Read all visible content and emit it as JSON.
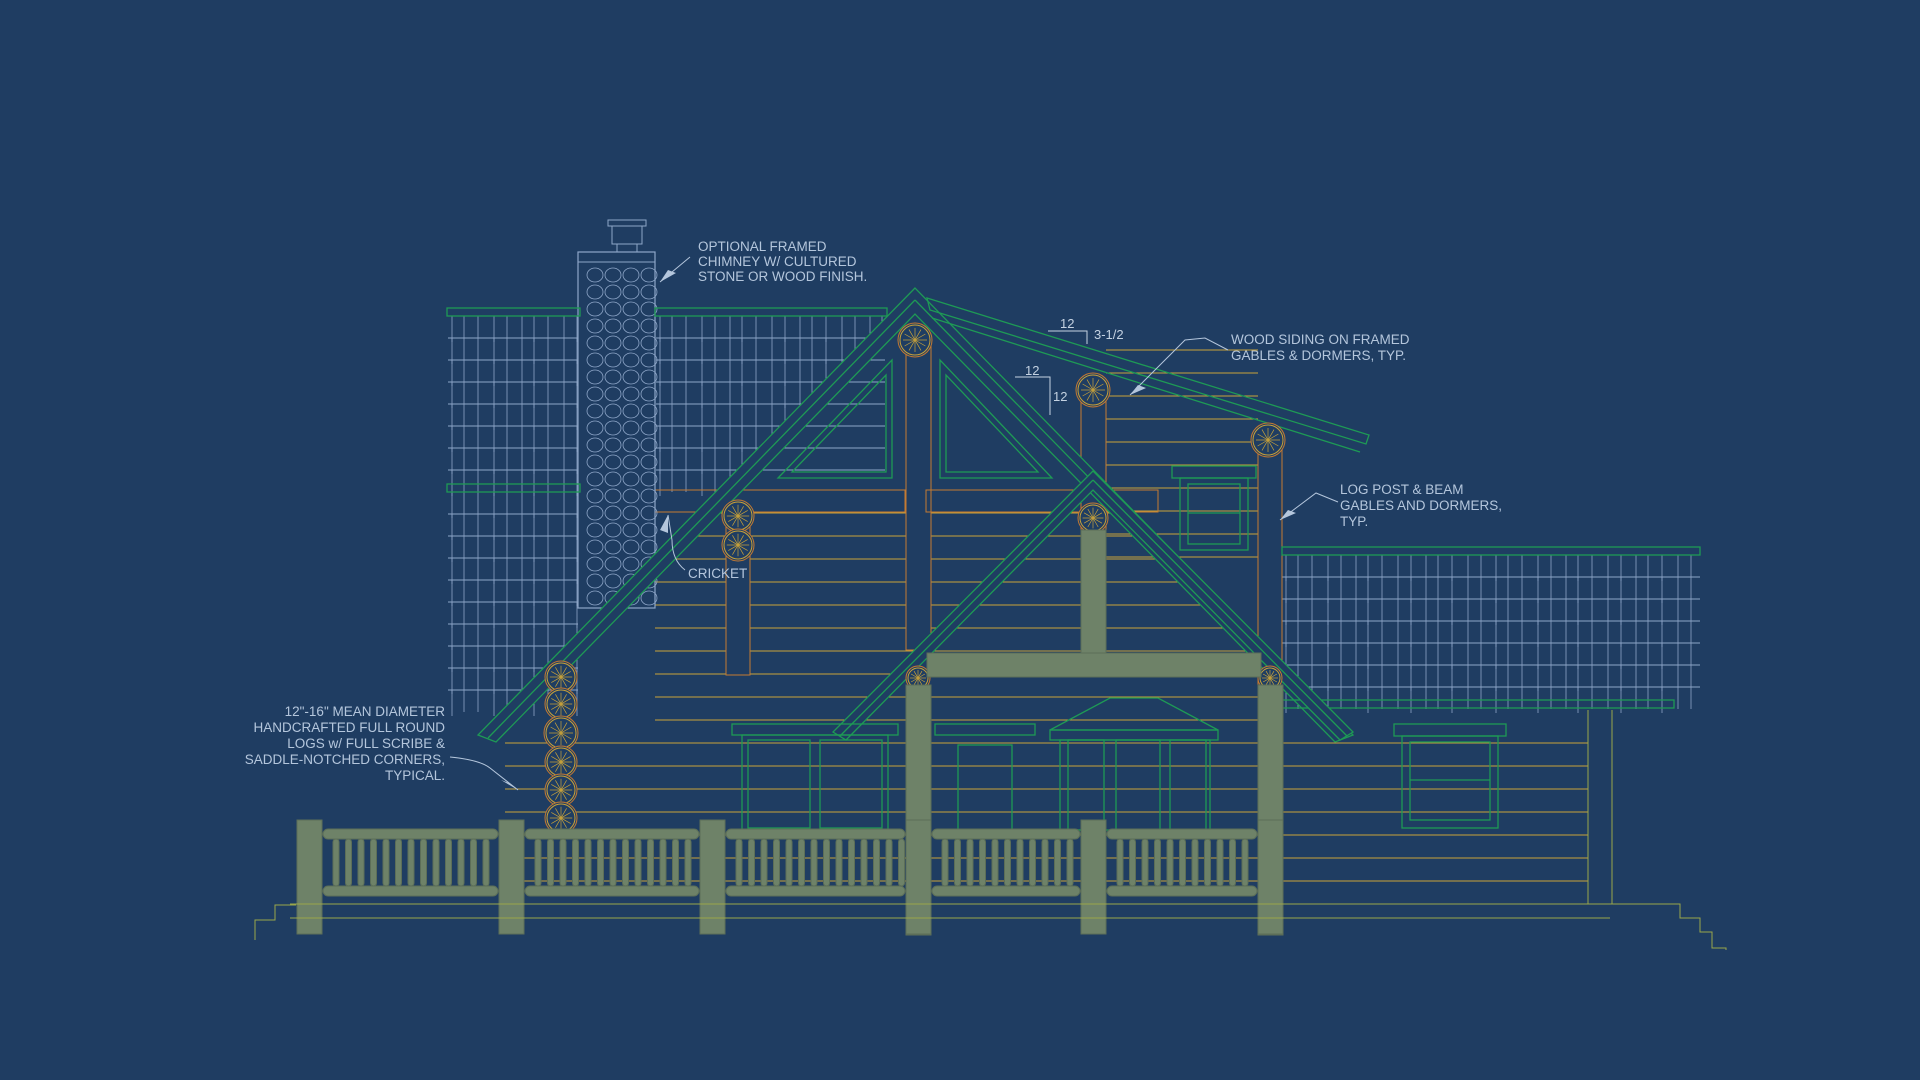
{
  "drawing": {
    "annotations": {
      "chimney": [
        "OPTIONAL FRAMED",
        "CHIMNEY W/ CULTURED",
        "STONE OR WOOD FINISH."
      ],
      "cricket": "CRICKET",
      "wood_siding": [
        "WOOD SIDING ON FRAMED",
        "GABLES & DORMERS, TYP."
      ],
      "log_post": [
        "LOG POST & BEAM",
        "GABLES AND DORMERS,",
        "TYP."
      ],
      "logs": [
        "12\"-16\" MEAN DIAMETER",
        "HANDCRAFTED FULL ROUND",
        "LOGS w/ FULL SCRIBE &",
        "SADDLE-NOTCHED CORNERS,",
        "TYPICAL."
      ]
    },
    "pitch_marks": {
      "upper_run": "12",
      "upper_rise": "3-1/2",
      "lower_run": "12",
      "lower_rise": "12"
    },
    "colors": {
      "background": "#1f3d62",
      "roof_line": "#1e9a55",
      "log_line": "#c8a23a",
      "log_outline": "#c47a32",
      "shingle": "#8ea6c8",
      "post_fill": "#6e8268",
      "label": "#b4c6dc"
    }
  }
}
